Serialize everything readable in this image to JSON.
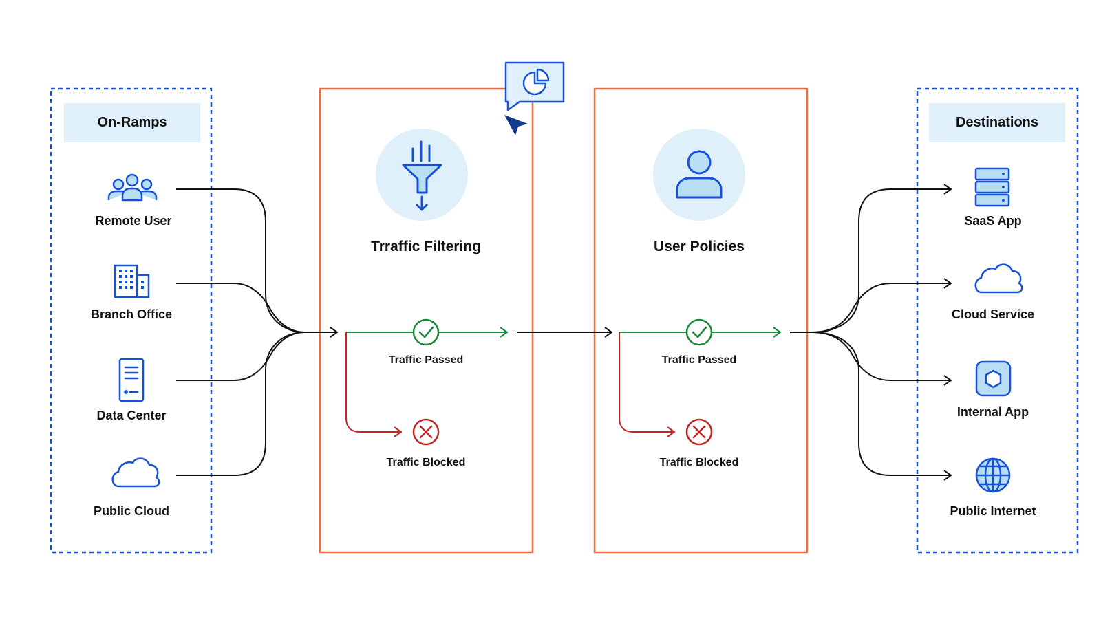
{
  "colors": {
    "blue": "#1652d9",
    "orange": "#f26b3a",
    "green": "#17873a",
    "red": "#c42121",
    "light_blue": "#dff0fa",
    "icon_fill": "#b9def3",
    "navy": "#143a8c"
  },
  "onramps": {
    "title": "On-Ramps",
    "items": [
      {
        "label": "Remote User",
        "icon": "users-icon"
      },
      {
        "label": "Branch Office",
        "icon": "building-icon"
      },
      {
        "label": "Data Center",
        "icon": "server-rack-icon"
      },
      {
        "label": "Public Cloud",
        "icon": "cloud-icon"
      }
    ]
  },
  "stages": [
    {
      "title": "Trraffic Filtering",
      "icon": "filter-funnel-icon",
      "passed": "Traffic Passed",
      "blocked": "Traffic Blocked"
    },
    {
      "title": "User Policies",
      "icon": "user-icon",
      "passed": "Traffic Passed",
      "blocked": "Traffic Blocked"
    }
  ],
  "destinations": {
    "title": "Destinations",
    "items": [
      {
        "label": "SaaS App",
        "icon": "server-stack-icon"
      },
      {
        "label": "Cloud Service",
        "icon": "cloud-icon"
      },
      {
        "label": "Internal App",
        "icon": "hexagon-app-icon"
      },
      {
        "label": "Public Internet",
        "icon": "globe-icon"
      }
    ]
  },
  "callout": {
    "icon": "pie-chart-icon",
    "pointer": "cursor-arrow-icon"
  }
}
